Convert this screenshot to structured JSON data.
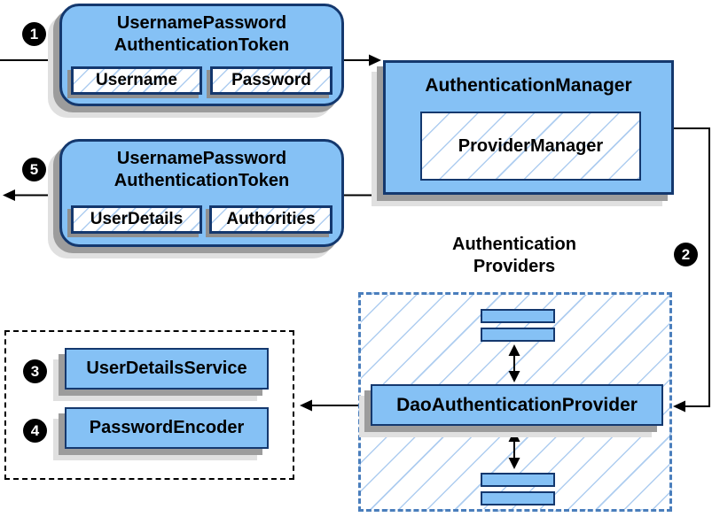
{
  "colors": {
    "box_fill": "#85C1F5",
    "box_border": "#14386E",
    "hatch": "#AECDF0",
    "dashed_blue": "#4A7EBC",
    "shadow_dark": "#9C9C9C",
    "shadow_light": "#E0E0E0"
  },
  "badges": {
    "step1": "1",
    "step2": "2",
    "step3": "3",
    "step4": "4",
    "step5": "5"
  },
  "request_token": {
    "title_line1": "UsernamePassword",
    "title_line2": "AuthenticationToken",
    "fields": [
      "Username",
      "Password"
    ]
  },
  "authentication_manager": {
    "title": "AuthenticationManager",
    "implementation": "ProviderManager"
  },
  "result_token": {
    "title_line1": "UsernamePassword",
    "title_line2": "AuthenticationToken",
    "fields": [
      "UserDetails",
      "Authorities"
    ]
  },
  "providers_group": {
    "label_line1": "Authentication",
    "label_line2": "Providers",
    "provider": "DaoAuthenticationProvider"
  },
  "dependencies": {
    "items": [
      "UserDetailsService",
      "PasswordEncoder"
    ]
  }
}
